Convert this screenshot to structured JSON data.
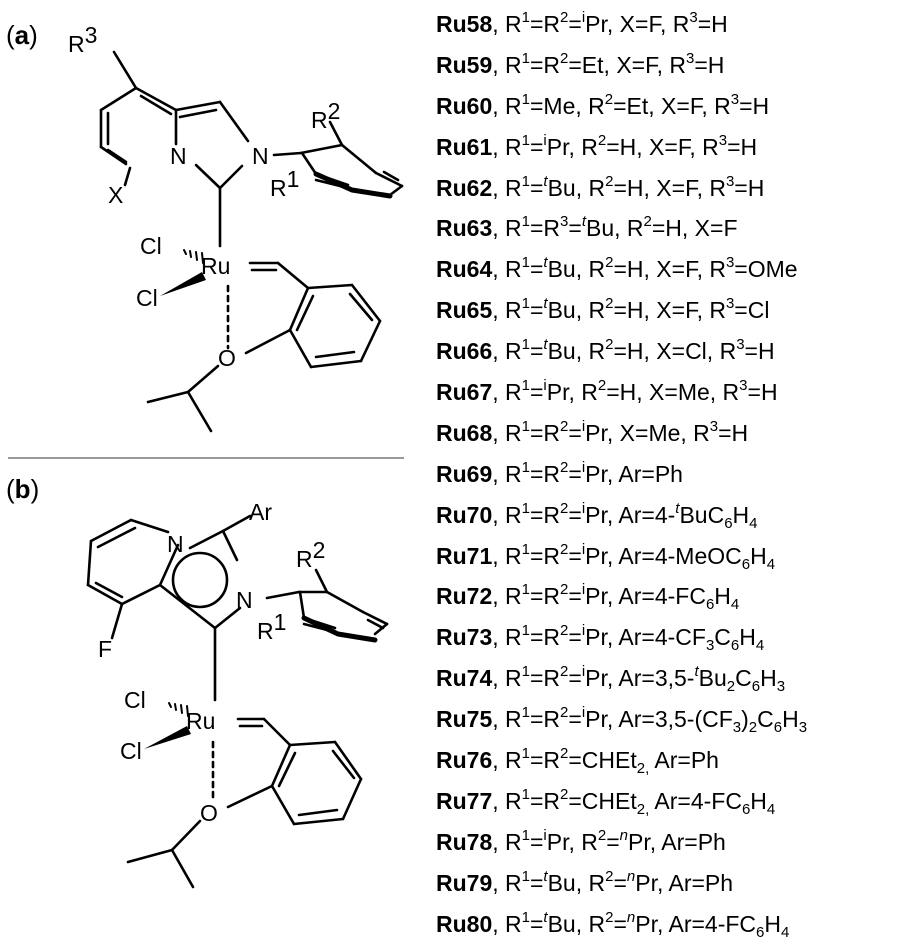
{
  "panels": {
    "a": {
      "label": "a"
    },
    "b": {
      "label": "b"
    }
  },
  "atom_labels": {
    "r_letter": "R",
    "r1_num": "1",
    "r2_num": "2",
    "r3_num": "3",
    "n": "N",
    "x": "X",
    "cl": "Cl",
    "ru": "Ru",
    "o": "O",
    "f": "F",
    "ar": "Ar"
  },
  "compounds": [
    {
      "id": "Ru58",
      "parts": [
        ", R",
        "^1",
        "=R",
        "^2",
        "=",
        "^i",
        "Pr, X=F, R",
        "^3",
        "=H"
      ]
    },
    {
      "id": "Ru59",
      "parts": [
        ", R",
        "^1",
        "=R",
        "^2",
        "=Et, X=F, R",
        "^3",
        "=H"
      ]
    },
    {
      "id": "Ru60",
      "parts": [
        ", R",
        "^1",
        "=Me, R",
        "^2",
        "=Et, X=F, R",
        "^3",
        "=H"
      ]
    },
    {
      "id": "Ru61",
      "parts": [
        ", R",
        "^1",
        "=",
        "^i",
        "Pr, R",
        "^2",
        "=H, X=F, R",
        "^3",
        "=H"
      ]
    },
    {
      "id": "Ru62",
      "parts": [
        ", R",
        "^1",
        "=",
        "^t",
        "Bu, R",
        "^2",
        "=H, X=F, R",
        "^3",
        "=H"
      ]
    },
    {
      "id": "Ru63",
      "parts": [
        ", R",
        "^1",
        "=R",
        "^3",
        "=",
        "^t",
        "Bu, R",
        "^2",
        "=H, X=F"
      ]
    },
    {
      "id": "Ru64",
      "parts": [
        ", R",
        "^1",
        "=",
        "^t",
        "Bu, R",
        "^2",
        "=H, X=F, R",
        "^3",
        "=OMe"
      ]
    },
    {
      "id": "Ru65",
      "parts": [
        ", R",
        "^1",
        "=",
        "^t",
        "Bu, R",
        "^2",
        "=H, X=F, R",
        "^3",
        "=Cl"
      ]
    },
    {
      "id": "Ru66",
      "parts": [
        ", R",
        "^1",
        "=",
        "^t",
        "Bu, R",
        "^2",
        "=H, X=Cl, R",
        "^3",
        "=H"
      ]
    },
    {
      "id": "Ru67",
      "parts": [
        ", R",
        "^1",
        "=",
        "^i",
        "Pr, R",
        "^2",
        "=H, X=Me, R",
        "^3",
        "=H"
      ]
    },
    {
      "id": "Ru68",
      "parts": [
        ", R",
        "^1",
        "=R",
        "^2",
        "=",
        "^i",
        "Pr, X=Me, R",
        "^3",
        "=H"
      ]
    },
    {
      "id": "Ru69",
      "parts": [
        ", R",
        "^1",
        "=R",
        "^2",
        "=",
        "^i",
        "Pr, Ar=Ph"
      ]
    },
    {
      "id": "Ru70",
      "parts": [
        ", R",
        "^1",
        "=R",
        "^2",
        "=",
        "^i",
        "Pr, Ar=4-",
        "^t",
        "BuC",
        "_6",
        "H",
        "_4"
      ]
    },
    {
      "id": "Ru71",
      "parts": [
        ", R",
        "^1",
        "=R",
        "^2",
        "=",
        "^i",
        "Pr, Ar=4-MeOC",
        "_6",
        "H",
        "_4"
      ]
    },
    {
      "id": "Ru72",
      "parts": [
        ", R",
        "^1",
        "=R",
        "^2",
        "=",
        "^i",
        "Pr, Ar=4-FC",
        "_6",
        "H",
        "_4"
      ]
    },
    {
      "id": "Ru73",
      "parts": [
        ", R",
        "^1",
        "=R",
        "^2",
        "=",
        "^i",
        "Pr, Ar=4-CF",
        "_3",
        "C",
        "_6",
        "H",
        "_4"
      ]
    },
    {
      "id": "Ru74",
      "parts": [
        ", R",
        "^1",
        "=R",
        "^2",
        "=",
        "^i",
        "Pr, Ar=3,5-",
        "^t",
        "Bu",
        "_2",
        "C",
        "_6",
        "H",
        "_3"
      ]
    },
    {
      "id": "Ru75",
      "parts": [
        ", R",
        "^1",
        "=R",
        "^2",
        "=",
        "^i",
        "Pr, Ar=3,5-(CF",
        "_3",
        ")",
        "_2",
        "C",
        "_6",
        "H",
        "_3"
      ]
    },
    {
      "id": "Ru76",
      "parts": [
        ", R",
        "^1",
        "=R",
        "^2",
        "=CHEt",
        "_2,",
        " Ar=Ph"
      ]
    },
    {
      "id": "Ru77",
      "parts": [
        ", R",
        "^1",
        "=R",
        "^2",
        "=CHEt",
        "_2,",
        " Ar=4-FC",
        "_6",
        "H",
        "_4"
      ]
    },
    {
      "id": "Ru78",
      "parts": [
        ", R",
        "^1",
        "=",
        "^i",
        "Pr, R",
        "^2",
        "=",
        "^n",
        "Pr, Ar=Ph"
      ]
    },
    {
      "id": "Ru79",
      "parts": [
        ", R",
        "^1",
        "=",
        "^t",
        "Bu, R",
        "^2",
        "=",
        "^n",
        "Pr, Ar=Ph"
      ]
    },
    {
      "id": "Ru80",
      "parts": [
        ", R",
        "^1",
        "=",
        "^t",
        "Bu, R",
        "^2",
        "=",
        "^n",
        "Pr, Ar=4-FC",
        "_6",
        "H",
        "_4"
      ]
    }
  ]
}
